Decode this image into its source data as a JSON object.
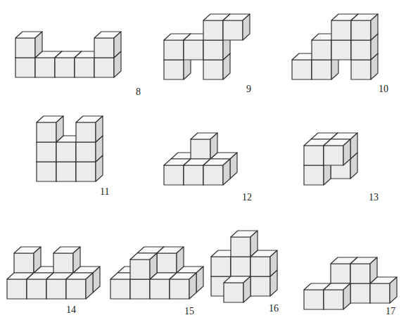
{
  "diagram": {
    "labels": [
      "8",
      "9",
      "10",
      "11",
      "12",
      "13",
      "14",
      "15",
      "16",
      "17"
    ]
  }
}
